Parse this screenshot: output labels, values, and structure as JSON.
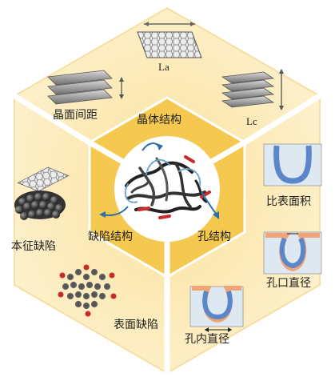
{
  "sectors": {
    "crystal": "晶体结构",
    "defect": "缺陷结构",
    "pore": "孔结构"
  },
  "crystal_items": {
    "la": "La",
    "lc": "Lc",
    "spacing": "晶面间距"
  },
  "defect_items": {
    "intrinsic": "本征缺陷",
    "surface": "表面缺陷"
  },
  "pore_items": {
    "surface_area": "比表面积",
    "mouth_diameter": "孔口直径",
    "inner_diameter": "孔内直径"
  },
  "colors": {
    "outer_hex": "#fbe7ae",
    "inner_hex": "#f5cb55",
    "divider": "#ffffff",
    "pore_blue": "#5b86c9",
    "pore_orange": "#f0a478",
    "pore_bg": "#dde8f1",
    "defect_red": "#c92a2a"
  }
}
